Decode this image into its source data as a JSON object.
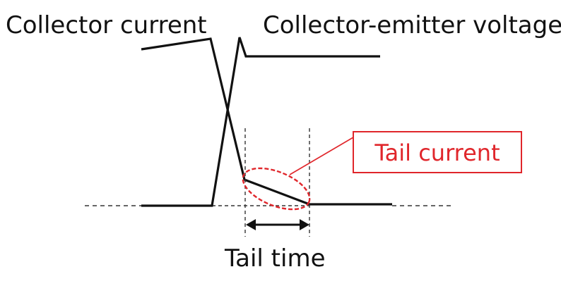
{
  "labels": {
    "collector_current": "Collector current",
    "collector_emitter_voltage": "Collector-emitter voltage",
    "tail_current": "Tail current",
    "tail_time": "Tail time"
  },
  "colors": {
    "waveform": "#111111",
    "annotation": "#e0262b",
    "dashed_guide": "#333333"
  }
}
